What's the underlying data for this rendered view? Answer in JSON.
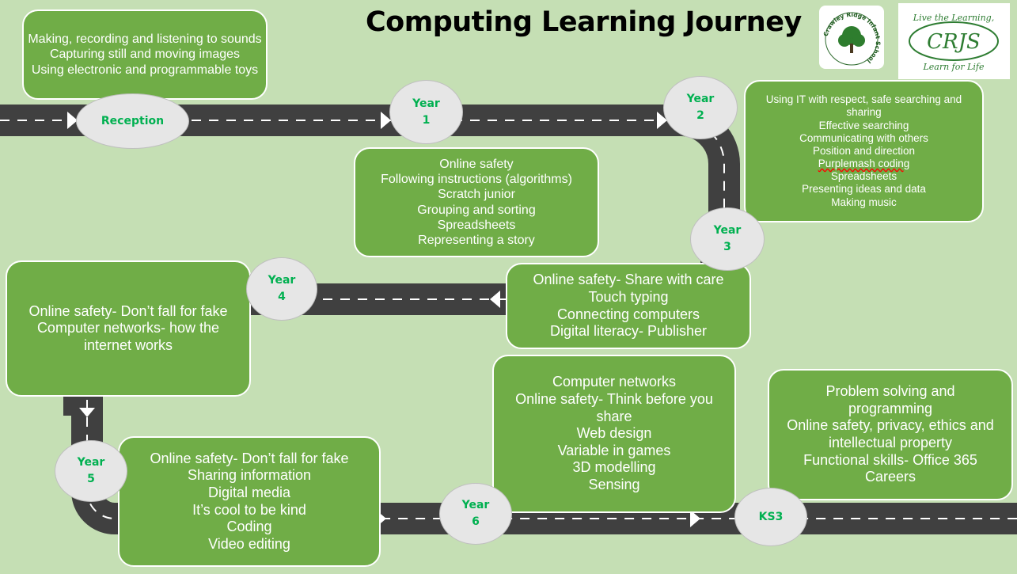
{
  "page": {
    "title": "Computing Learning Journey"
  },
  "logos": {
    "infant": {
      "text": "Crawley Ridge Infant School"
    },
    "junior": {
      "top": "Live the Learning,",
      "middle": "CRJS",
      "bottom": "Learn for Life"
    }
  },
  "stages": [
    {
      "label": "Reception",
      "topics": [
        "Making, recording and listening to sounds",
        "Capturing still and moving images",
        "Using electronic and programmable toys"
      ]
    },
    {
      "label": [
        "Year",
        "1"
      ],
      "topics": [
        "Online safety",
        "Following instructions (algorithms)",
        "Scratch junior",
        "Grouping and sorting",
        "Spreadsheets",
        "Representing a story"
      ]
    },
    {
      "label": [
        "Year",
        "2"
      ],
      "topics": [
        "Using IT with respect, safe searching and sharing",
        "Effective searching",
        "Communicating with others",
        "Position and direction",
        "Purplemash coding",
        "Spreadsheets",
        "Presenting ideas and data",
        "Making music"
      ]
    },
    {
      "label": [
        "Year",
        "3"
      ],
      "topics": [
        "Online safety- Share with care",
        "Touch typing",
        "Connecting computers",
        "Digital literacy- Publisher"
      ]
    },
    {
      "label": [
        "Year",
        "4"
      ],
      "topics": [
        "Online safety- Don’t fall for fake",
        "Computer networks- how the internet works"
      ]
    },
    {
      "label": [
        "Year",
        "5"
      ],
      "topics": [
        "Online safety- Don’t fall for fake",
        "Sharing information",
        "Digital media",
        "It’s cool to be kind",
        "Coding",
        "Video editing"
      ]
    },
    {
      "label": [
        "Year",
        "6"
      ],
      "topics": [
        "Computer networks",
        "Online safety- Think before you share",
        "Web design",
        "Variable in games",
        "3D modelling",
        "Sensing"
      ]
    },
    {
      "label": "KS3",
      "topics": [
        "Problem solving and programming",
        "Online safety, privacy, ethics and intellectual property",
        "Functional skills- Office 365",
        "Careers"
      ]
    }
  ],
  "colors": {
    "background": "#c5dfb4",
    "box": "#70ad47",
    "road": "#404040",
    "label": "#00b050",
    "oval": "#e6e6e6"
  }
}
